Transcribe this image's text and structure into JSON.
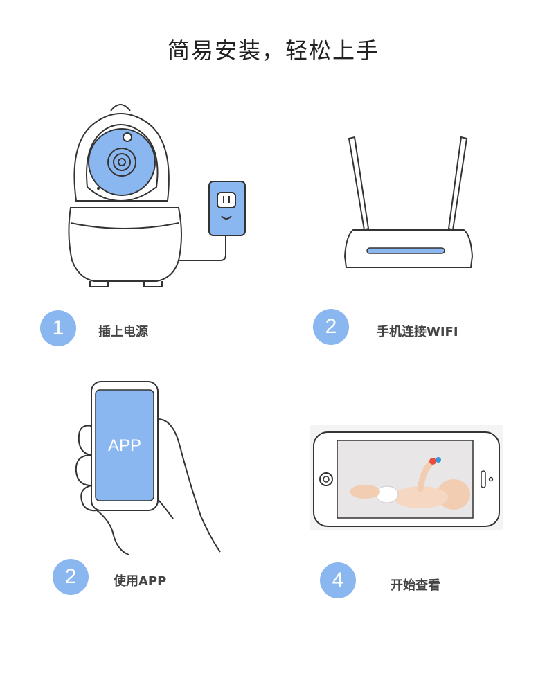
{
  "page": {
    "title": "简易安装，轻松上手"
  },
  "colors": {
    "accent": "#8bb7f0",
    "line": "#333333",
    "badge_text": "#ffffff"
  },
  "steps": [
    {
      "number": "1",
      "label": "插上电源",
      "icon": "camera-plug-icon"
    },
    {
      "number": "2",
      "label": "手机连接WIFI",
      "icon": "router-icon"
    },
    {
      "number": "2",
      "label": "使用APP",
      "icon": "phone-hand-icon",
      "screen_text": "APP"
    },
    {
      "number": "4",
      "label": "开始查看",
      "icon": "phone-baby-icon"
    }
  ]
}
